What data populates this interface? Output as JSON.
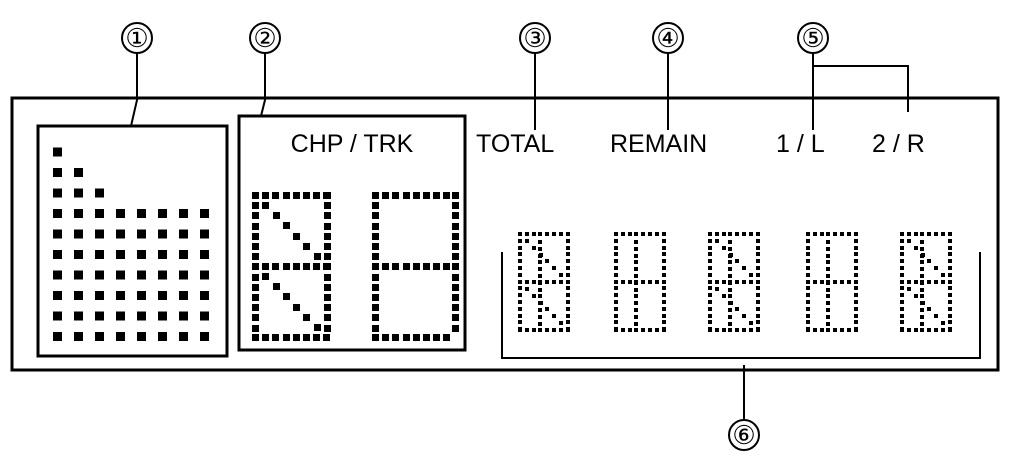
{
  "callouts": [
    "①",
    "②",
    "③",
    "④",
    "⑤",
    "⑥"
  ],
  "labels": {
    "chp_trk": "CHP / TRK",
    "total": "TOTAL",
    "remain": "REMAIN",
    "ch1": "1 / L",
    "ch2": "2 / R"
  },
  "level_meter": {
    "columns": 8,
    "column_levels": [
      10,
      9,
      8,
      7,
      7,
      7,
      7,
      7
    ]
  },
  "colors": {
    "ink": "#000000",
    "background": "#ffffff"
  }
}
